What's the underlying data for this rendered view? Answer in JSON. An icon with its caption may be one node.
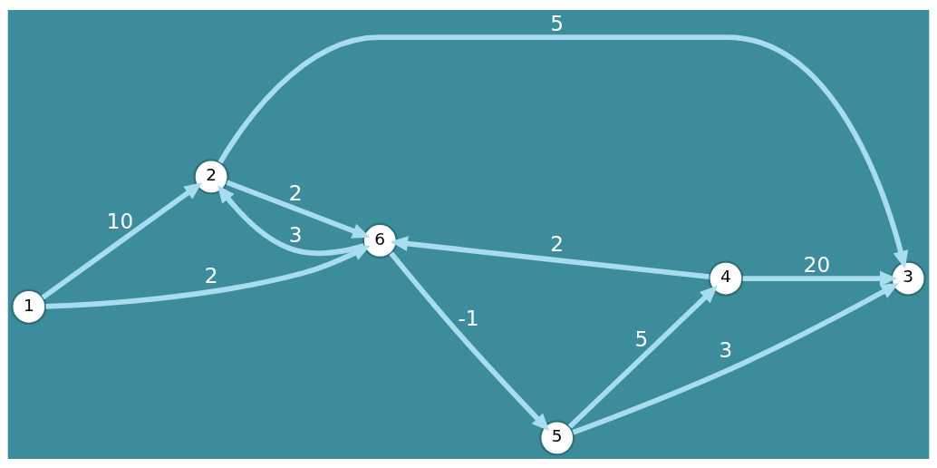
{
  "diagram": {
    "nodes": [
      {
        "text": [
          "1"
        ]
      },
      {
        "text": [
          "2"
        ]
      },
      {
        "text": [
          "3"
        ]
      },
      {
        "text": [
          "4"
        ]
      },
      {
        "text": [
          "5"
        ]
      },
      {
        "text": [
          "6"
        ]
      }
    ],
    "edges": [
      {
        "from": 0,
        "to": 1,
        "arrow": "to",
        "label": "10"
      },
      {
        "from": 0,
        "to": 5,
        "arrow": "to",
        "label": "2"
      },
      {
        "from": 1,
        "to": 2,
        "arrow": "to",
        "label": "5"
      },
      {
        "from": 5,
        "to": 1,
        "arrow": "to",
        "label": "3"
      },
      {
        "from": 1,
        "to": 5,
        "arrow": "to",
        "label": "2"
      },
      {
        "from": 3,
        "to": 2,
        "arrow": "to",
        "label": "20"
      },
      {
        "from": 4,
        "to": 2,
        "arrow": "to",
        "label": "3"
      },
      {
        "from": 3,
        "to": 5,
        "arrow": "to",
        "label": "2"
      },
      {
        "from": 4,
        "to": 3,
        "arrow": "to",
        "label": "5"
      },
      {
        "from": 5,
        "to": 4,
        "arrow": "to",
        "label": "-1"
      }
    ]
  }
}
